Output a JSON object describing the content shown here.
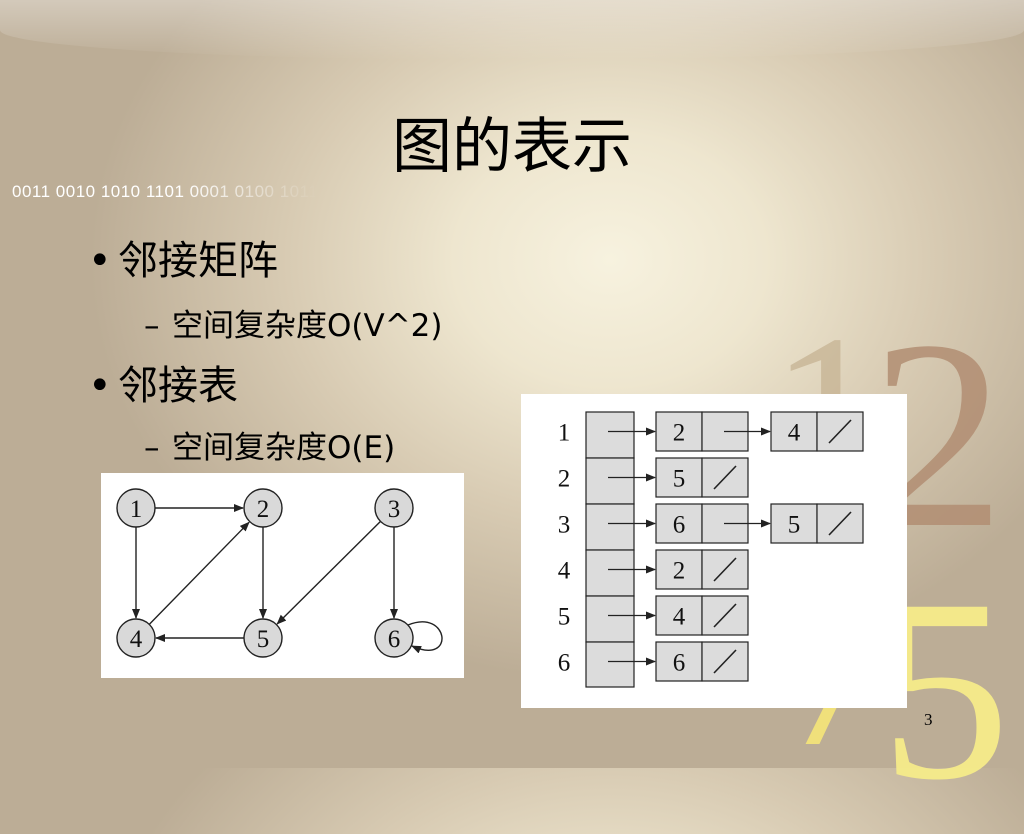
{
  "slide": {
    "title": "图的表示",
    "binary_strip": "0011 0010 1010 1101 0001 0100 1011",
    "deco_digits": {
      "one": "1",
      "two": "2",
      "seven": "7",
      "five": "5"
    },
    "page_number": "3"
  },
  "bullets": [
    {
      "text": "邻接矩阵",
      "sub": "空间复杂度O(V^2)"
    },
    {
      "text": "邻接表",
      "sub": "空间复杂度O(E)"
    }
  ],
  "graph": {
    "nodes": [
      "1",
      "2",
      "3",
      "4",
      "5",
      "6"
    ],
    "edges": [
      [
        "1",
        "2"
      ],
      [
        "1",
        "4"
      ],
      [
        "2",
        "5"
      ],
      [
        "3",
        "5"
      ],
      [
        "3",
        "6"
      ],
      [
        "4",
        "2"
      ],
      [
        "5",
        "4"
      ],
      [
        "6",
        "6"
      ]
    ]
  },
  "adjacency_list": {
    "rows": [
      {
        "vertex": "1",
        "neighbors": [
          "2",
          "4"
        ]
      },
      {
        "vertex": "2",
        "neighbors": [
          "5"
        ]
      },
      {
        "vertex": "3",
        "neighbors": [
          "6",
          "5"
        ]
      },
      {
        "vertex": "4",
        "neighbors": [
          "2"
        ]
      },
      {
        "vertex": "5",
        "neighbors": [
          "4"
        ]
      },
      {
        "vertex": "6",
        "neighbors": [
          "6"
        ]
      }
    ]
  },
  "colors": {
    "node_fill": "#d9d9d9",
    "cell_fill": "#dcdcdc",
    "stroke": "#222222",
    "deco_tan": "#b28e73",
    "deco_yellow": "#f6ec8a"
  }
}
